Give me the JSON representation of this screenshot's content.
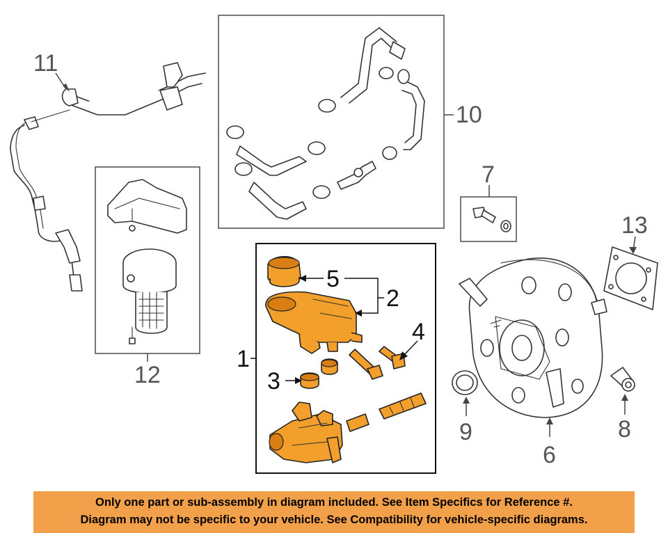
{
  "callouts": {
    "c1": "1",
    "c2": "2",
    "c3": "3",
    "c4": "4",
    "c5": "5",
    "c6": "6",
    "c7": "7",
    "c8": "8",
    "c9": "9",
    "c10": "10",
    "c11": "11",
    "c12": "12",
    "c13": "13"
  },
  "disclaimer": {
    "line1": "Only one part or sub-assembly in diagram included. See Item Specifics for Reference #.",
    "line2": "Diagram may not be specific to your vehicle. See Compatibility for vehicle-specific diagrams."
  },
  "colors": {
    "highlight_part": "#f29f2c",
    "banner": "#f2a04a"
  }
}
